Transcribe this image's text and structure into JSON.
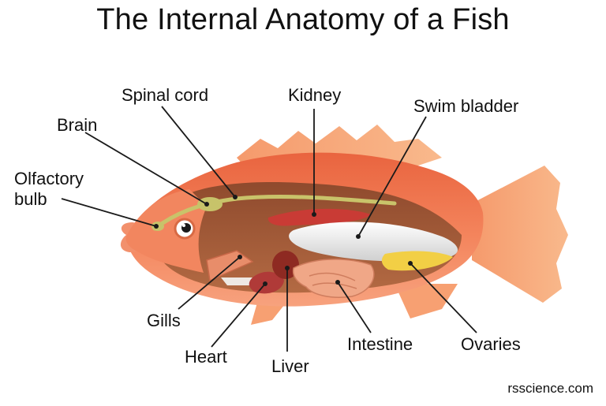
{
  "title": "The Internal Anatomy of a Fish",
  "labels": {
    "spinal_cord": "Spinal cord",
    "kidney": "Kidney",
    "swim_bladder": "Swim bladder",
    "brain": "Brain",
    "olfactory_line1": "Olfactory",
    "olfactory_line2": "bulb",
    "gills": "Gills",
    "heart": "Heart",
    "liver": "Liver",
    "intestine": "Intestine",
    "ovaries": "Ovaries"
  },
  "credit": "rsscience.com",
  "colors": {
    "body_skin": "#f4835c",
    "fin": "#f7a072",
    "cavity": "#a8623d",
    "swim_bladder": "#f4f4f4",
    "kidney": "#c93b35",
    "liver": "#8e2a22",
    "ovaries": "#f2cf45",
    "intestine": "#f0a787",
    "spinal_cord": "#c9c36a"
  }
}
